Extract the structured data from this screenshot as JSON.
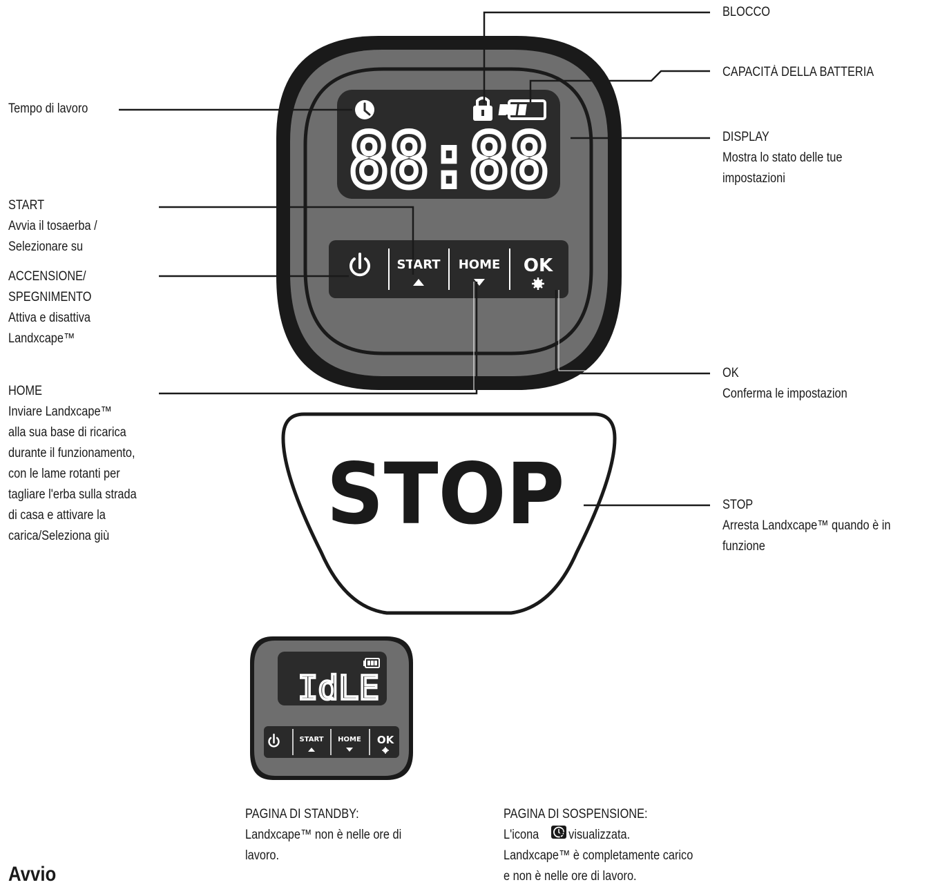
{
  "device": {
    "digits": "88:88",
    "buttons": {
      "power": "",
      "start": "START",
      "home": "HOME",
      "ok": "OK"
    },
    "stop_label": "STOP"
  },
  "standby_device": {
    "text": "IdLE",
    "buttons": {
      "start": "START",
      "home": "HOME",
      "ok": "OK"
    }
  },
  "callouts": {
    "work_time": [
      "Tempo di lavoro"
    ],
    "start": [
      "START",
      "Avvia il tosaerba /",
      "Selezionare su"
    ],
    "power": [
      "ACCENSIONE/",
      "SPEGNIMENTO",
      "Attiva e disattiva",
      "Landxcape™"
    ],
    "home": [
      "HOME",
      "Inviare Landxcape™",
      "alla sua base di ricarica",
      "durante il funzionamento,",
      "con le lame rotanti per",
      "tagliare l'erba sulla strada",
      "di casa e attivare la",
      "carica/Seleziona giù"
    ],
    "lock": [
      "BLOCCO"
    ],
    "battery": [
      "CAPACITÀ DELLA BATTERIA"
    ],
    "display": [
      "DISPLAY",
      "Mostra lo stato delle tue",
      "impostazioni"
    ],
    "ok": [
      "OK",
      "Conferma le impostazion"
    ],
    "stop": [
      "STOP",
      "Arresta Landxcape™ quando è in",
      "funzione"
    ]
  },
  "captions": {
    "standby": [
      "PAGINA DI STANDBY:",
      "Landxcape™ non è nelle ore di",
      "lavoro."
    ],
    "suspend": [
      "PAGINA DI SOSPENSIONE:",
      "L'icona",
      "è visualizzata.",
      "Landxcape™ è completamente carico",
      "e non è nelle ore di lavoro."
    ]
  },
  "section_heading": "Avvio",
  "colors": {
    "body": "#6e6e6e",
    "outline": "#1a1a1a",
    "screen": "#2b2b2b",
    "strip": "#2a2a2a",
    "text": "#1a1a1a"
  }
}
